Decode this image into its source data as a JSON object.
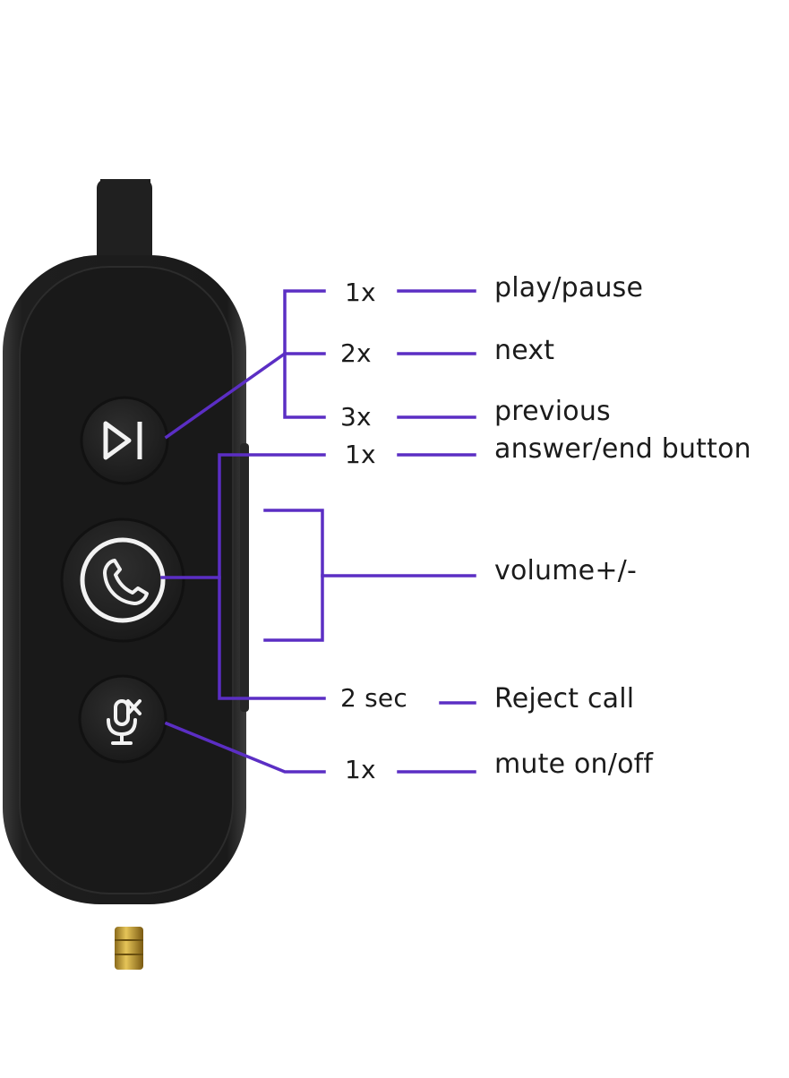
{
  "colors": {
    "accent": "#5b2ec4",
    "remote_body": "#1c1c1c",
    "button": "#242424",
    "icon": "#f2f2f2",
    "connector": "#c9a13a"
  },
  "buttons": [
    {
      "icon": "play-pause-icon"
    },
    {
      "icon": "phone-icon"
    },
    {
      "icon": "mic-mute-icon"
    }
  ],
  "rows": [
    {
      "count": "1x",
      "action": "play/pause"
    },
    {
      "count": "2x",
      "action": "next"
    },
    {
      "count": "3x",
      "action": "previous"
    },
    {
      "count": "1x",
      "action": "answer/end button"
    },
    {
      "count": "",
      "action": "volume+/-"
    },
    {
      "count": "2 sec",
      "action": "Reject call"
    },
    {
      "count": "1x",
      "action": "mute on/off"
    }
  ]
}
